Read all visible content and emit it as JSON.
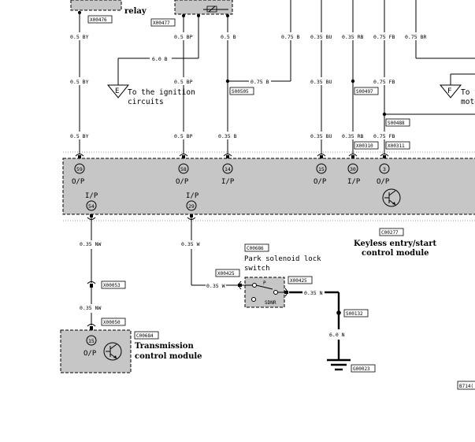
{
  "top": {
    "relay_text": "relay",
    "tag_x00476": "X00476",
    "tag_x00477": "X00477"
  },
  "wires": {
    "c1_top": "0.5 BY",
    "c1_mid": "0.5 BY",
    "c1_low": "0.5 BY",
    "c2_top": "0.5 BP",
    "c2_mid": "0.5 BP",
    "c2_low": "0.5 BP",
    "c3_top": "0.5 B",
    "c3_low": "0.35 B",
    "c4_top": "0.75 B",
    "branch_075b": "0.75 B",
    "c5_top": "0.35 BU",
    "c5_mid": "0.35 BU",
    "c5_low": "0.35 BU",
    "c6_top": "0.35 RB",
    "c6_low": "0.35 RB",
    "c7_top": "0.75 FB",
    "c7_mid": "0.75 FB",
    "c7_low": "0.75 FB",
    "c8_top": "0.75 BR",
    "ground_60b": "6.0 B",
    "nw_1": "0.35 NW",
    "nw_2": "0.35 NW",
    "w_1": "0.35 W",
    "w_2": "0.35 W",
    "n_1": "0.35 N",
    "n_ground": "6.0 N"
  },
  "splices": {
    "s00505": "S00505",
    "s00497": "S00497",
    "s00488": "S00488",
    "s00132": "S00132"
  },
  "ignition": {
    "letter": "E",
    "line1": "To the ignition",
    "line2": "circuits"
  },
  "motor": {
    "letter": "F",
    "line1": "To t",
    "line2": "moto"
  },
  "keyless": {
    "tag_x00310": "X00310",
    "tag_x00311": "X00311",
    "code": "C00277",
    "name_line1": "Keyless entry/start",
    "name_line2": "control module",
    "pins": [
      {
        "num": "59",
        "io": "O/P"
      },
      {
        "num": "58",
        "io": "O/P"
      },
      {
        "num": "14",
        "io": "I/P"
      },
      {
        "num": "15",
        "io": "O/P"
      },
      {
        "num": "30",
        "io": "I/P"
      },
      {
        "num": "3",
        "io": "O/P"
      },
      {
        "num": "54",
        "io": "I/P"
      },
      {
        "num": "29",
        "io": "I/P"
      }
    ]
  },
  "connectors": {
    "x00053": "X00053",
    "x00050": "X00050",
    "x00425_a": "X00425",
    "x00425_b": "X00425"
  },
  "transmission": {
    "code": "C00684",
    "pin": "15",
    "io": "O/P",
    "name_line1": "Transmission",
    "name_line2": "control module"
  },
  "park_switch": {
    "code": "C00686",
    "name_line1": "Park solenoid lock",
    "name_line2": "switch",
    "p_label": "P",
    "sdnr_label": "SDNR"
  },
  "ground": {
    "code": "G00023"
  },
  "figure_code": "B714("
}
